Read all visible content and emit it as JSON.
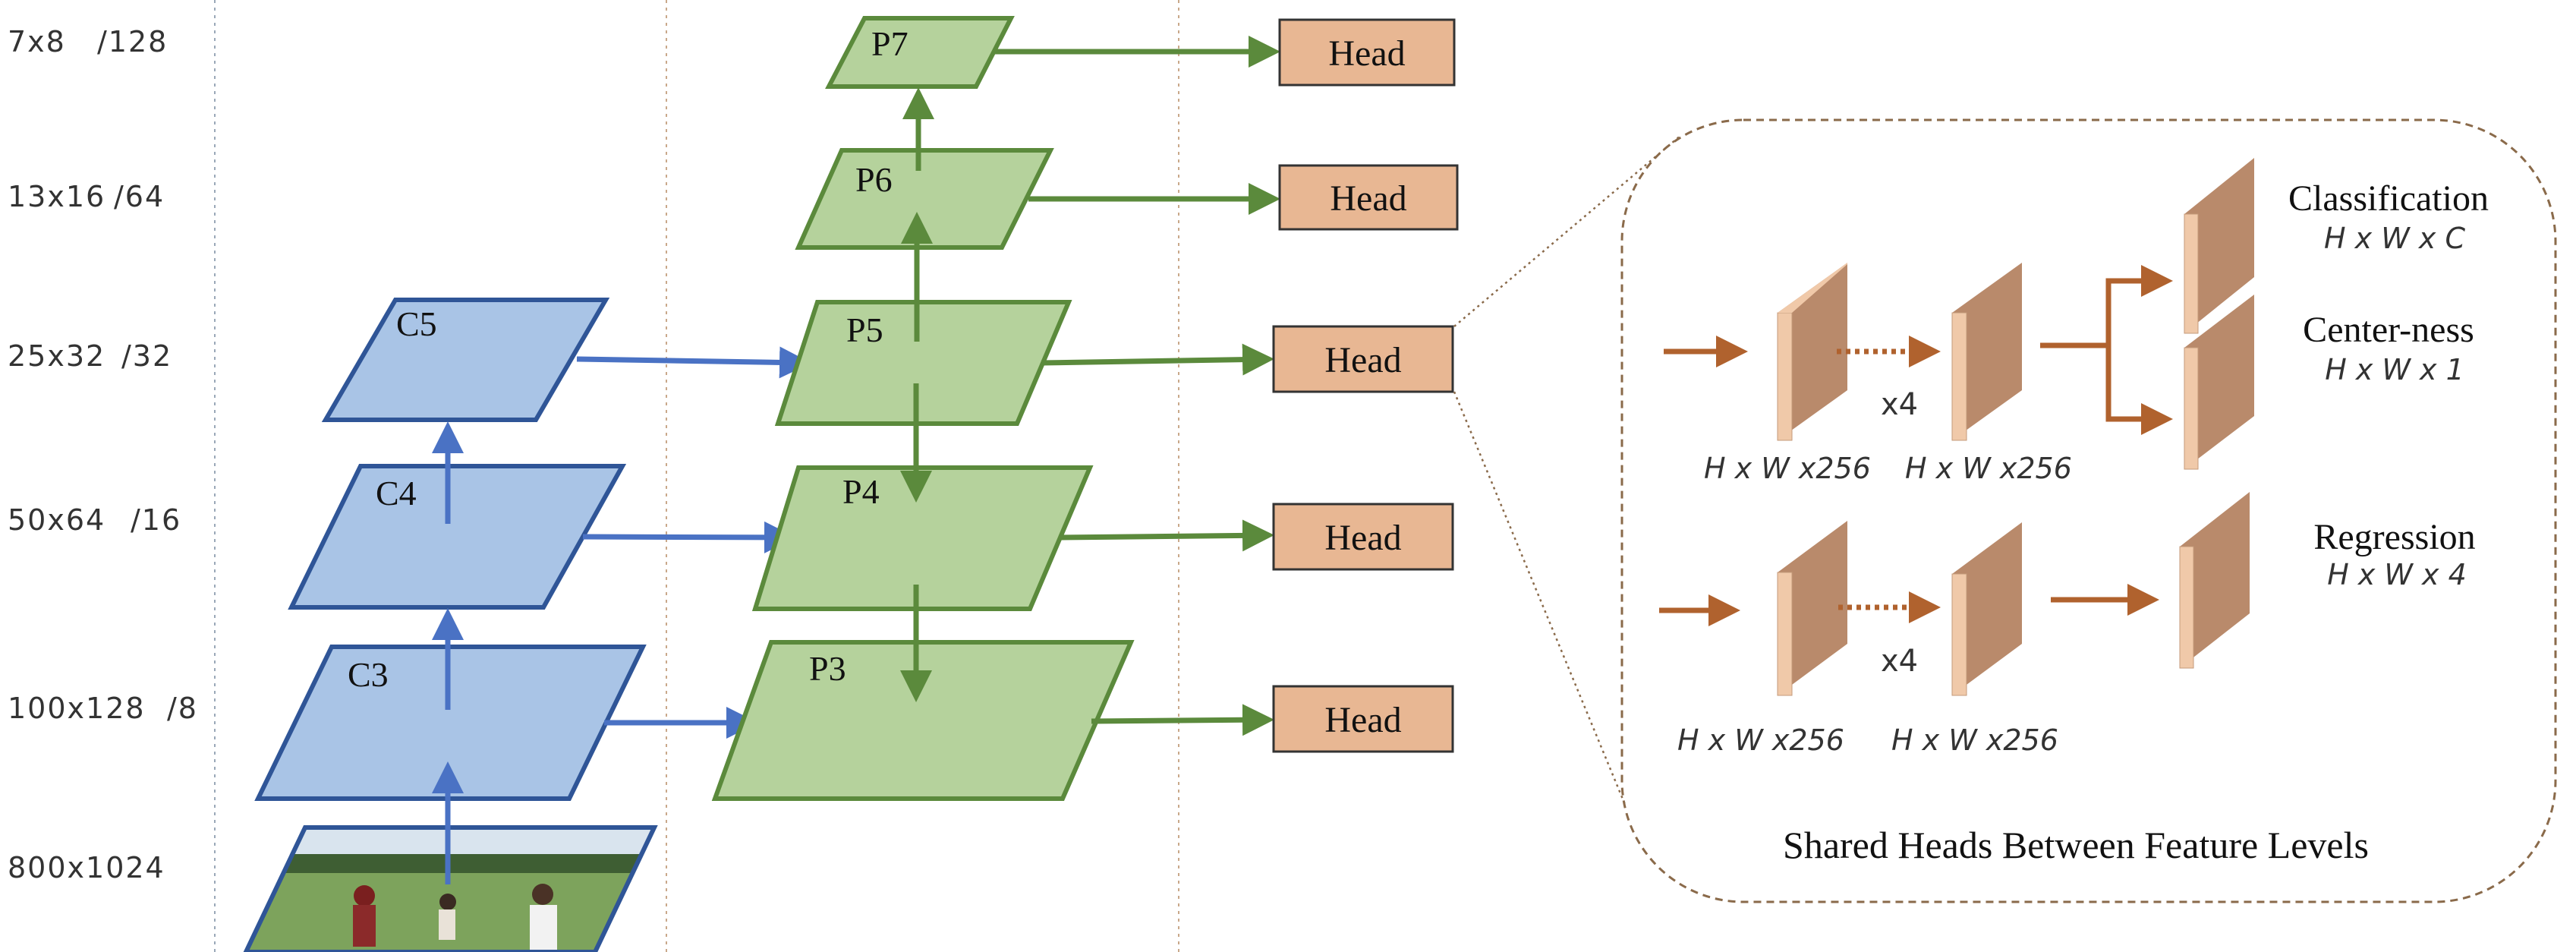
{
  "colors": {
    "backbone_fill": "#a9c4e6",
    "backbone_stroke": "#2f5597",
    "backbone_arrow": "#4a72c4",
    "pyramid_fill": "#b5d29c",
    "pyramid_stroke": "#5b8a3c",
    "pyramid_arrow": "#5b8a3c",
    "head_fill": "#e8b793",
    "head_stroke": "#333333",
    "head_arrow": "#b0622e",
    "block_front": "#b98a6b",
    "block_side": "#f0c9a9",
    "divider": "#9aa8b8",
    "panel_border": "#8a6a4a"
  },
  "scales": [
    {
      "size": "7x8",
      "stride": "/128"
    },
    {
      "size": "13x16",
      "stride": "/64"
    },
    {
      "size": "25x32",
      "stride": "/32"
    },
    {
      "size": "50x64",
      "stride": "/16"
    },
    {
      "size": "100x128",
      "stride": "/8"
    },
    {
      "size": "800x1024",
      "stride": ""
    }
  ],
  "backbone": [
    "C5",
    "C4",
    "C3"
  ],
  "pyramid": [
    "P7",
    "P6",
    "P5",
    "P4",
    "P3"
  ],
  "head_label": "Head",
  "head_detail": {
    "outputs": [
      {
        "title": "Classification",
        "dim": "H x W x C"
      },
      {
        "title": "Center-ness",
        "dim": "H x W x 1"
      },
      {
        "title": "Regression",
        "dim": "H x W x 4"
      }
    ],
    "feature_dim": "H x W x256",
    "repeat": "x4",
    "caption": "Shared Heads Between Feature Levels"
  }
}
